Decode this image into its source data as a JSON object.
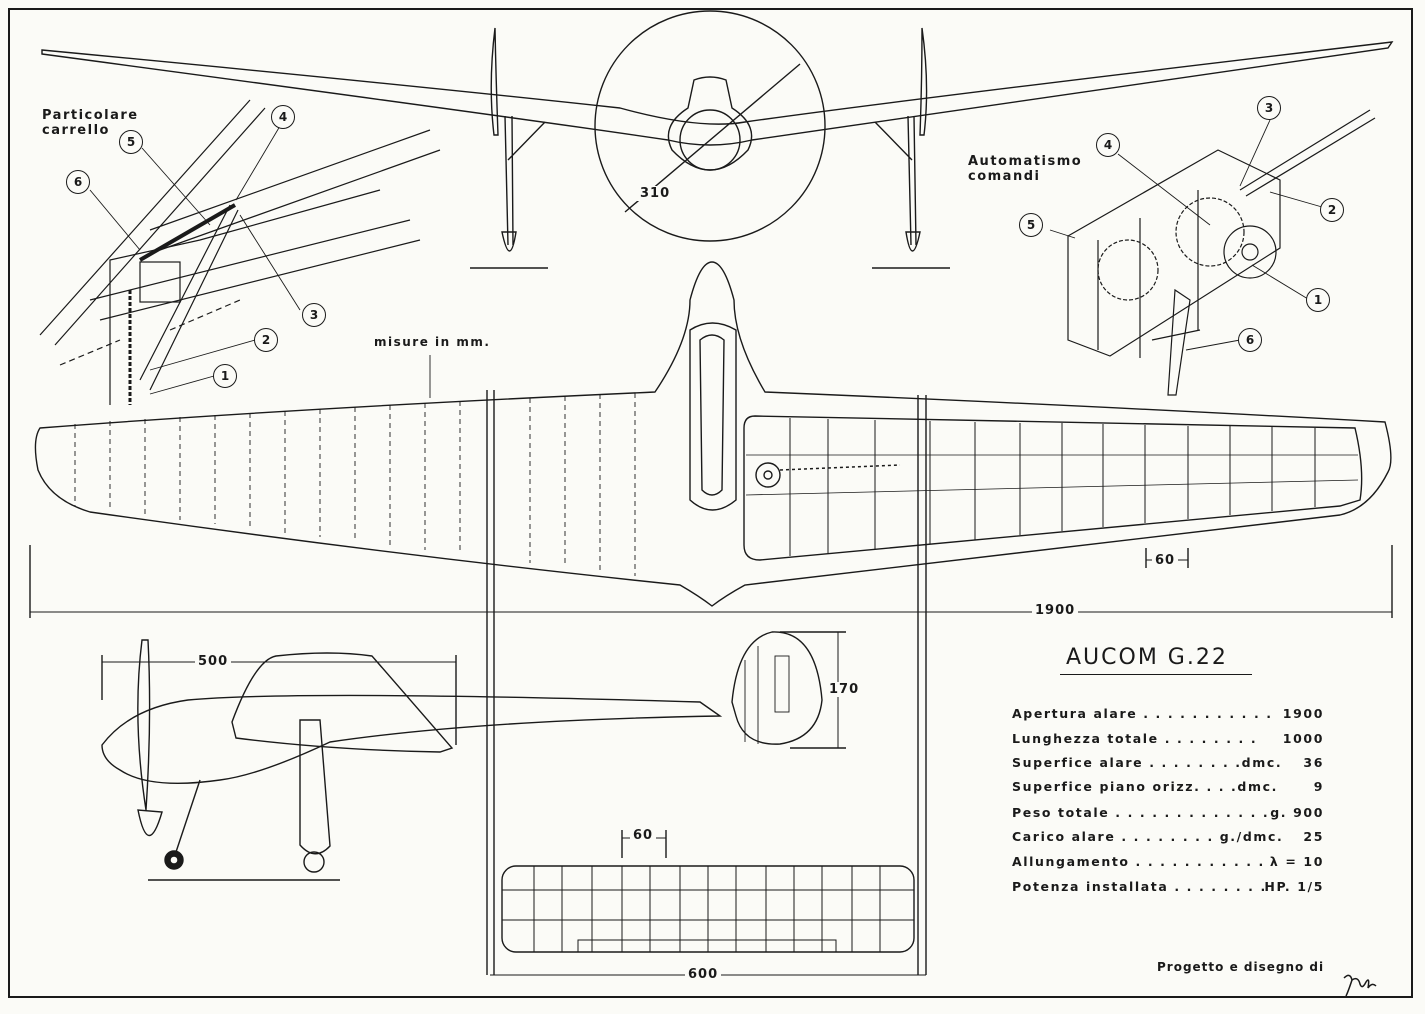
{
  "detail_labels": {
    "landing_gear_detail": "Particolare\ncarrello",
    "controls_automation": "Automatismo\ncomandi",
    "units_note": "misure in mm."
  },
  "callouts": {
    "gear": [
      "5",
      "4",
      "6",
      "3",
      "2",
      "1"
    ],
    "controls": [
      "3",
      "4",
      "5",
      "2",
      "1",
      "6"
    ]
  },
  "dimensions": {
    "propeller_diameter": "310",
    "rib_spacing_wing": "60",
    "wingspan": "1900",
    "nose_length": "500",
    "tail_height": "170",
    "rib_spacing_stab": "60",
    "stab_span": "600"
  },
  "title": "AUCOM   G.22",
  "specs": [
    {
      "label": "Apertura  alare . . . . . . . . . . .",
      "value": "1900"
    },
    {
      "label": "Lunghezza   totale . . . . . . . .",
      "value": "1000"
    },
    {
      "label": "Superfice   alare . . . . . . . .dmc.",
      "value": "36"
    },
    {
      "label": "Superfice  piano  orizz. . . .dmc.",
      "value": "9"
    },
    {
      "label": "Peso  totale . . . . . . . . . . . . .",
      "value": "g. 900"
    },
    {
      "label": "Carico   alare . . . . . . . . g./dmc.",
      "value": "25"
    },
    {
      "label": "Allungamento . . . . . . . . . . .",
      "value": "λ = 10"
    },
    {
      "label": "Potenza   installata . . . . . . . .",
      "value": "HP. 1/5"
    }
  ],
  "credit": "Progetto  e  disegno  di"
}
